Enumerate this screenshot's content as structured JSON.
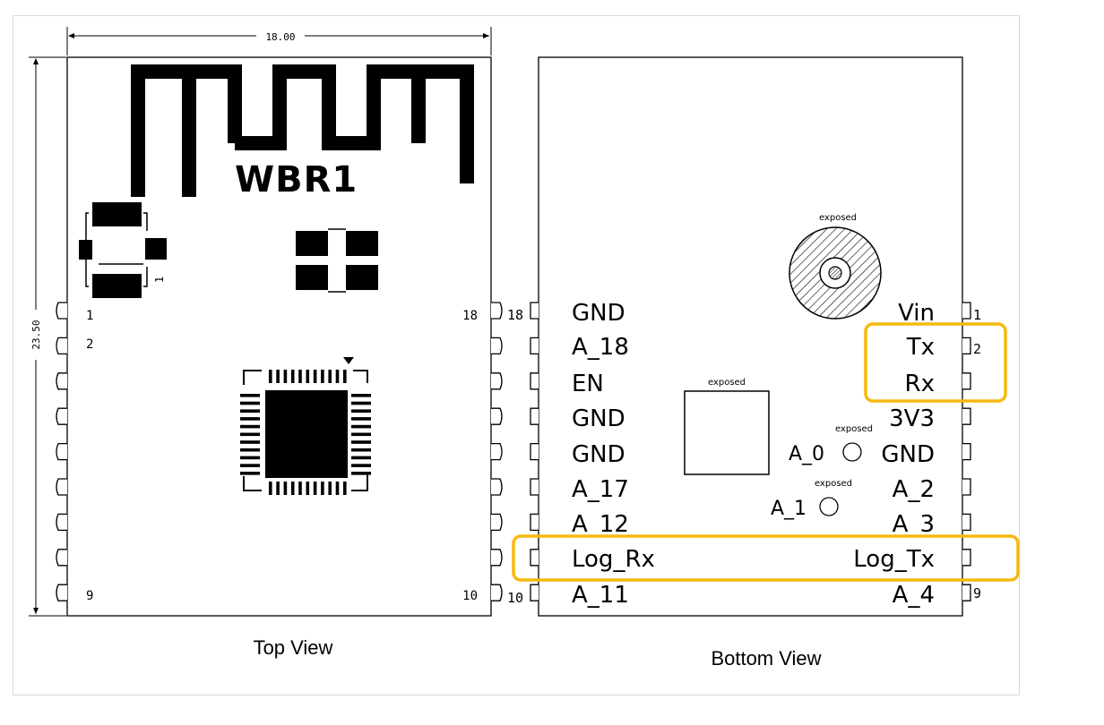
{
  "top_view": {
    "dimension_width": "18.00",
    "dimension_height": "23.50",
    "module_label": "WBR1",
    "component_pin1_mark": "1",
    "pin_label_1": "1",
    "pin_label_2": "2",
    "pin_label_9": "9",
    "pin_label_10": "10",
    "pin_label_18": "18",
    "caption": "Top View"
  },
  "bottom_view": {
    "caption": "Bottom View",
    "exposed_label": "exposed",
    "pin_num_18": "18",
    "pin_num_10": "10",
    "pin_num_1": "1",
    "pin_num_2": "2",
    "pin_num_9": "9",
    "left_pins": [
      "GND",
      "A_18",
      "EN",
      "GND",
      "GND",
      "A_17",
      "A_12",
      "Log_Rx",
      "A_11"
    ],
    "right_pins": [
      "Vin",
      "Tx",
      "Rx",
      "3V3",
      "GND",
      "A_2",
      "A_3",
      "Log_Tx",
      "A_4"
    ],
    "pad_a0": "A_0",
    "pad_a1": "A_1"
  },
  "colors": {
    "highlight": "#f5b90f",
    "ink": "#000000"
  }
}
